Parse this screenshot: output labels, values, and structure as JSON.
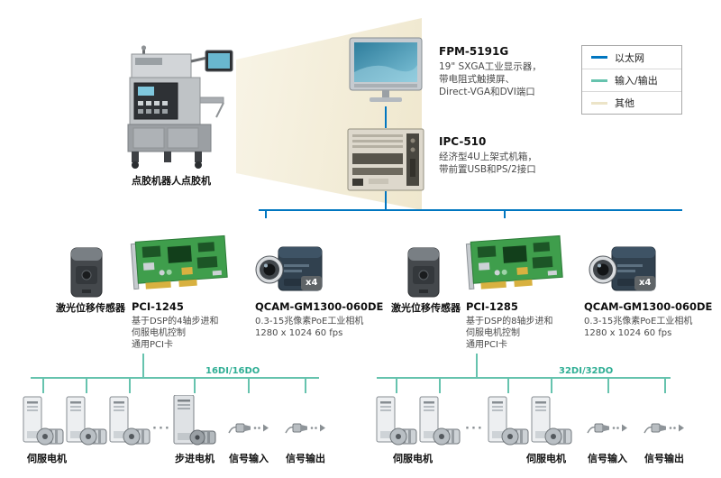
{
  "colors": {
    "ethernet": "#0076c0",
    "io": "#66c3ae",
    "io_text": "#2fae94",
    "other_beam": "#efe7cd"
  },
  "legend": {
    "items": [
      {
        "label": "以太网",
        "color": "#0076c0"
      },
      {
        "label": "输入/输出",
        "color": "#66c3ae"
      },
      {
        "label": "其他",
        "color": "#ece4c8"
      }
    ]
  },
  "machine": {
    "caption": "点胶机器人点胶机"
  },
  "monitor": {
    "name": "FPM-5191G",
    "desc": [
      "19\" SXGA工业显示器，",
      "带电阻式触摸屏、",
      "Direct-VGA和DVI端口"
    ]
  },
  "ipc": {
    "name": "IPC-510",
    "desc": [
      "经济型4U上架式机箱，",
      "带前置USB和PS/2接口"
    ]
  },
  "left": {
    "sensor_label": "激光位移传感器",
    "card_name": "PCI-1245",
    "card_desc": [
      "基于DSP的4轴步进和",
      "伺服电机控制",
      "通用PCI卡"
    ],
    "camera_name": "QCAM-GM1300-060DE",
    "camera_desc": [
      "0.3-15兆像素PoE工业相机",
      "1280 x 1024 60 fps"
    ],
    "camera_badge": "x4",
    "bus_label": "16DI/16DO",
    "servo_label": "伺服电机",
    "stepper_label": "步进电机",
    "signal_in_label": "信号输入",
    "signal_out_label": "信号输出"
  },
  "right": {
    "sensor_label": "激光位移传感器",
    "card_name": "PCI-1285",
    "card_desc": [
      "基于DSP的8轴步进和",
      "伺服电机控制",
      "通用PCI卡"
    ],
    "camera_name": "QCAM-GM1300-060DE",
    "camera_desc": [
      "0.3-15兆像素PoE工业相机",
      "1280 x 1024 60 fps"
    ],
    "camera_badge": "x4",
    "bus_label": "32DI/32DO",
    "servo_label_1": "伺服电机",
    "servo_label_2": "伺服电机",
    "signal_in_label": "信号输入",
    "signal_out_label": "信号输出"
  },
  "misc": {
    "dots": "···"
  }
}
